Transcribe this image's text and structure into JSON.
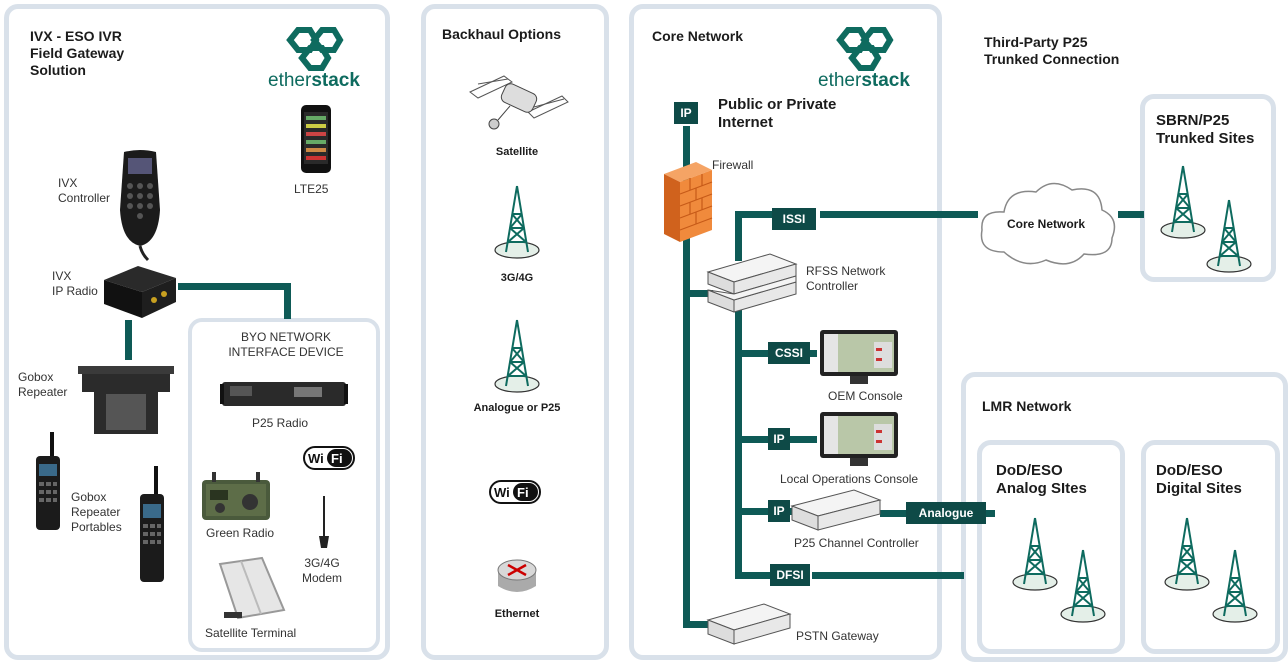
{
  "colors": {
    "accent": "#0e5a56",
    "panel_border": "#d9e1ea",
    "firewall": "#f08a3c"
  },
  "logos": [
    "etherstack",
    "etherstack"
  ],
  "left": {
    "title": "IVX - ESO IVR\nField Gateway\nSolution",
    "lte25": "LTE25",
    "ivx_controller": "IVX\nController",
    "ivx_ip_radio": "IVX\nIP Radio",
    "gobox_repeater": "Gobox\nRepeater",
    "gobox_portables": "Gobox\nRepeater\nPortables",
    "byo": {
      "title": "BYO NETWORK\nINTERFACE DEVICE",
      "p25_radio": "P25 Radio",
      "green_radio": "Green Radio",
      "modem": "3G/4G\nModem",
      "satellite_terminal": "Satellite Terminal"
    }
  },
  "backhaul": {
    "title": "Backhaul Options",
    "items": [
      "Satellite",
      "3G/4G",
      "Analogue or P25",
      "Ethernet"
    ]
  },
  "core": {
    "title": "Core Network",
    "ip_tag": "IP",
    "internet": "Public or Private\nInternet",
    "firewall": "Firewall",
    "issi": "ISSI",
    "rfss": "RFSS Network\nController",
    "cssi": "CSSI",
    "oem_console": "OEM Console",
    "ip2": "IP",
    "local_console": "Local Operations Console",
    "ip3": "IP",
    "analogue": "Analogue",
    "p25_channel": "P25 Channel Controller",
    "dfsi": "DFSI",
    "pstn": "PSTN Gateway"
  },
  "third_party": {
    "title": "Third-Party P25\nTrunked Connection",
    "cloud": "Core Network",
    "sbrn": "SBRN/P25\nTrunked Sites"
  },
  "lmr": {
    "title": "LMR Network",
    "analog": "DoD/ESO\nAnalog SItes",
    "digital": "DoD/ESO\nDigital Sites"
  }
}
